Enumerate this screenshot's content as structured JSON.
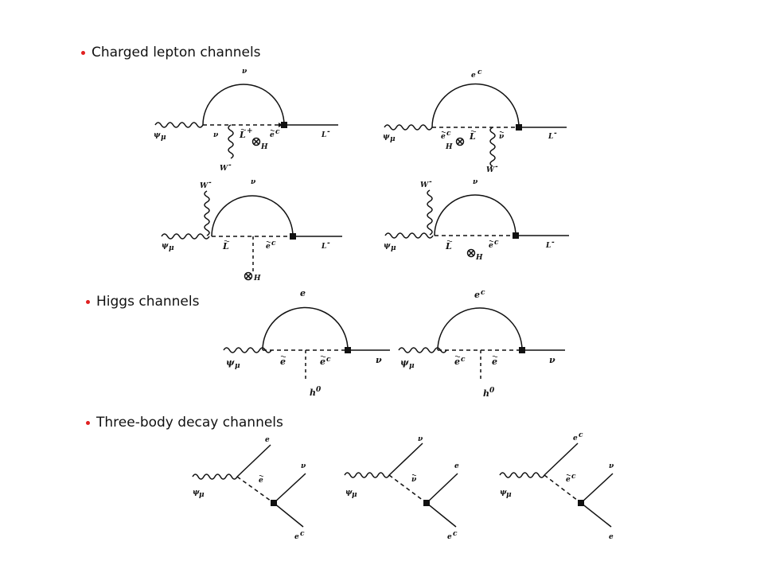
{
  "accent_color": "#e02020",
  "sections": [
    {
      "title": "Charged lepton channels"
    },
    {
      "title": "Higgs channels"
    },
    {
      "title": "Three-body decay channels"
    }
  ],
  "labels": {
    "d1": {
      "arc": "ν",
      "psi": "ψ",
      "psi_sub": "μ",
      "nu": "ν",
      "L": "L",
      "L_sup": "+",
      "H": "H",
      "ec": "e",
      "ec_sup": "c",
      "Lout": "L",
      "Lout_sup": "-",
      "W": "W",
      "W_sup": "-"
    },
    "d2": {
      "arc": "e",
      "arc_sup": "c",
      "psi": "ψ",
      "psi_sub": "μ",
      "ec": "e",
      "ec_sup": "c",
      "H": "H",
      "L": "L",
      "nu": "ν",
      "Lout": "L",
      "Lout_sup": "-",
      "W": "W",
      "W_sup": "-"
    },
    "d3": {
      "arc": "ν",
      "W": "W",
      "W_sup": "-",
      "psi": "ψ",
      "psi_sub": "μ",
      "L": "L",
      "ec": "e",
      "ec_sup": "c",
      "Lout": "L",
      "Lout_sup": "-",
      "H": "H"
    },
    "d4": {
      "arc": "ν",
      "W": "W",
      "W_sup": "-",
      "psi": "ψ",
      "psi_sub": "μ",
      "L": "L",
      "H": "H",
      "ec": "e",
      "ec_sup": "c",
      "Lout": "L",
      "Lout_sup": "-"
    },
    "d5": {
      "arc": "e",
      "psi": "ψ",
      "psi_sub": "μ",
      "e": "e",
      "ec": "e",
      "ec_sup": "c",
      "nu": "ν",
      "h": "h",
      "h_sup": "0"
    },
    "d6": {
      "arc": "e",
      "arc_sup": "c",
      "psi": "ψ",
      "psi_sub": "μ",
      "ec": "e",
      "ec_sup": "c",
      "e": "e",
      "nu": "ν",
      "h": "h",
      "h_sup": "0"
    },
    "d7": {
      "top": "e",
      "right": "ν",
      "mid": "e",
      "psi": "ψ",
      "psi_sub": "μ",
      "bottom": "e",
      "bottom_sup": "c"
    },
    "d8": {
      "top": "ν",
      "right": "e",
      "mid": "ν",
      "psi": "ψ",
      "psi_sub": "μ",
      "bottom": "e",
      "bottom_sup": "c"
    },
    "d9": {
      "top": "e",
      "top_sup": "c",
      "right": "ν",
      "mid": "e",
      "mid_sup": "c",
      "psi": "ψ",
      "psi_sub": "μ",
      "bottom": "e"
    }
  }
}
